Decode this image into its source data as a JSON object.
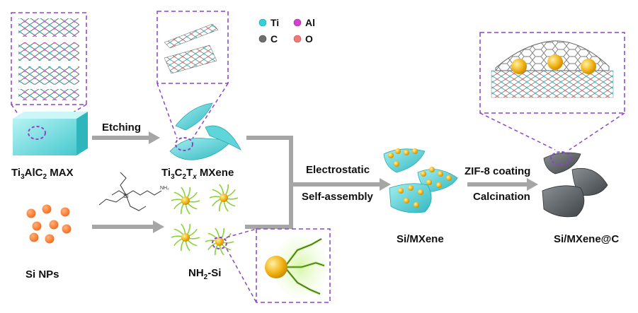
{
  "legend": [
    {
      "symbol": "Ti",
      "color": "#2ed3d8"
    },
    {
      "symbol": "Al",
      "color": "#d63fd0"
    },
    {
      "symbol": "C",
      "color": "#6e6e6e"
    },
    {
      "symbol": "O",
      "color": "#f07a7a"
    }
  ],
  "stages": {
    "max_formula": [
      "Ti",
      "3",
      "AlC",
      "2",
      " MAX"
    ],
    "mxene_formula": [
      "Ti",
      "3",
      "C",
      "2",
      "T",
      "x",
      " MXene"
    ],
    "si_nps": "Si NPs",
    "nh2si": [
      "NH",
      "2",
      "-Si"
    ],
    "si_mxene": "Si/MXene",
    "final": "Si/MXene@C"
  },
  "steps": {
    "etching": "Etching",
    "electrostatic": "Electrostatic",
    "self_assembly": "Self-assembly",
    "zif": "ZIF-8 coating",
    "calcination": "Calcination"
  },
  "molecule_label": "NH₂"
}
